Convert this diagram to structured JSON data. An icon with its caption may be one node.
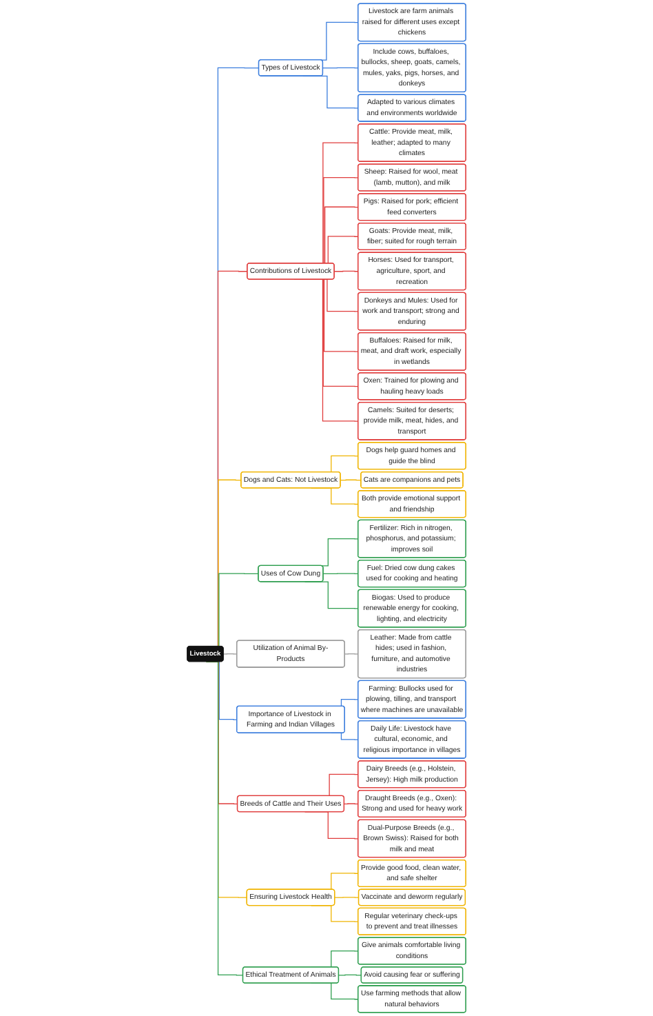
{
  "diagram": {
    "nodes": [
      {
        "text": [
          "Livestock"
        ]
      },
      {
        "text": [
          "Types of Livestock"
        ]
      },
      {
        "text": [
          "Livestock are farm animals raised for different uses except chickens"
        ]
      },
      {
        "text": [
          "Include cows, buffaloes, bullocks, sheep, goats, camels, mules, yaks, pigs, horses, and donkeys"
        ]
      },
      {
        "text": [
          "Adapted to various climates and environments worldwide"
        ]
      },
      {
        "text": [
          "Contributions of Livestock"
        ]
      },
      {
        "text": [
          "Cattle: Provide meat, milk, leather; adapted to many climates"
        ]
      },
      {
        "text": [
          "Sheep: Raised for wool, meat (lamb, mutton), and milk"
        ]
      },
      {
        "text": [
          "Pigs: Raised for pork; efficient feed converters"
        ]
      },
      {
        "text": [
          "Goats: Provide meat, milk, fiber; suited for rough terrain"
        ]
      },
      {
        "text": [
          "Horses: Used for transport, agriculture, sport, and recreation"
        ]
      },
      {
        "text": [
          "Donkeys and Mules: Used for work and transport; strong and enduring"
        ]
      },
      {
        "text": [
          "Buffaloes: Raised for milk, meat, and draft work, especially in wetlands"
        ]
      },
      {
        "text": [
          "Oxen: Trained for plowing and hauling heavy loads"
        ]
      },
      {
        "text": [
          "Camels: Suited for deserts; provide milk, meat, hides, and transport"
        ]
      },
      {
        "text": [
          "Dogs and Cats: Not Livestock"
        ]
      },
      {
        "text": [
          "Dogs help guard homes and guide the blind"
        ]
      },
      {
        "text": [
          "Cats are companions and pets"
        ]
      },
      {
        "text": [
          "Both provide emotional support and friendship"
        ]
      },
      {
        "text": [
          "Uses of Cow Dung"
        ]
      },
      {
        "text": [
          "Fertilizer: Rich in nitrogen, phosphorus, and potassium; improves soil"
        ]
      },
      {
        "text": [
          "Fuel: Dried cow dung cakes used for cooking and heating"
        ]
      },
      {
        "text": [
          "Biogas: Used to produce renewable energy for cooking, lighting, and electricity"
        ]
      },
      {
        "text": [
          "Utilization of Animal By-Products"
        ]
      },
      {
        "text": [
          "Leather: Made from cattle hides; used in fashion, furniture, and automotive industries"
        ]
      },
      {
        "text": [
          "Importance of Livestock in Farming and Indian Villages"
        ]
      },
      {
        "text": [
          "Farming: Bullocks used for plowing, tilling, and transport where machines are unavailable"
        ]
      },
      {
        "text": [
          "Daily Life: Livestock have cultural, economic, and religious importance in villages"
        ]
      },
      {
        "text": [
          "Breeds of Cattle and Their Uses"
        ]
      },
      {
        "text": [
          "Dairy Breeds (e.g., Holstein, Jersey): High milk production"
        ]
      },
      {
        "text": [
          "Draught Breeds (e.g., Oxen): Strong and used for heavy work"
        ]
      },
      {
        "text": [
          "Dual-Purpose Breeds (e.g., Brown Swiss): Raised for both milk and meat"
        ]
      },
      {
        "text": [
          "Ensuring Livestock Health"
        ]
      },
      {
        "text": [
          "Provide good food, clean water, and safe shelter"
        ]
      },
      {
        "text": [
          "Vaccinate and deworm regularly"
        ]
      },
      {
        "text": [
          "Regular veterinary check-ups to prevent and treat illnesses"
        ]
      },
      {
        "text": [
          "Ethical Treatment of Animals"
        ]
      },
      {
        "text": [
          "Give animals comfortable living conditions"
        ]
      },
      {
        "text": [
          "Avoid causing fear or suffering"
        ]
      },
      {
        "text": [
          "Use farming methods that allow natural behaviors"
        ]
      }
    ],
    "edges": [
      {
        "from": 0,
        "to": 1,
        "arrow": "none",
        "color": "#3b7ddd"
      },
      {
        "from": 1,
        "to": 2,
        "arrow": "none",
        "color": "#3b7ddd"
      },
      {
        "from": 1,
        "to": 3,
        "arrow": "none",
        "color": "#3b7ddd"
      },
      {
        "from": 1,
        "to": 4,
        "arrow": "none",
        "color": "#3b7ddd"
      },
      {
        "from": 0,
        "to": 5,
        "arrow": "none",
        "color": "#e03c3c"
      },
      {
        "from": 5,
        "to": 6,
        "arrow": "none",
        "color": "#e03c3c"
      },
      {
        "from": 5,
        "to": 7,
        "arrow": "none",
        "color": "#e03c3c"
      },
      {
        "from": 5,
        "to": 8,
        "arrow": "none",
        "color": "#e03c3c"
      },
      {
        "from": 5,
        "to": 9,
        "arrow": "none",
        "color": "#e03c3c"
      },
      {
        "from": 5,
        "to": 10,
        "arrow": "none",
        "color": "#e03c3c"
      },
      {
        "from": 5,
        "to": 11,
        "arrow": "none",
        "color": "#e03c3c"
      },
      {
        "from": 5,
        "to": 12,
        "arrow": "none",
        "color": "#e03c3c"
      },
      {
        "from": 5,
        "to": 13,
        "arrow": "none",
        "color": "#e03c3c"
      },
      {
        "from": 5,
        "to": 14,
        "arrow": "none",
        "color": "#e03c3c"
      },
      {
        "from": 0,
        "to": 15,
        "arrow": "none",
        "color": "#f0b400"
      },
      {
        "from": 15,
        "to": 16,
        "arrow": "none",
        "color": "#f0b400"
      },
      {
        "from": 15,
        "to": 17,
        "arrow": "none",
        "color": "#f0b400"
      },
      {
        "from": 15,
        "to": 18,
        "arrow": "none",
        "color": "#f0b400"
      },
      {
        "from": 0,
        "to": 19,
        "arrow": "none",
        "color": "#2e9e4f"
      },
      {
        "from": 19,
        "to": 20,
        "arrow": "none",
        "color": "#2e9e4f"
      },
      {
        "from": 19,
        "to": 21,
        "arrow": "none",
        "color": "#2e9e4f"
      },
      {
        "from": 19,
        "to": 22,
        "arrow": "none",
        "color": "#2e9e4f"
      },
      {
        "from": 0,
        "to": 23,
        "arrow": "none",
        "color": "#999999"
      },
      {
        "from": 23,
        "to": 24,
        "arrow": "none",
        "color": "#999999"
      },
      {
        "from": 0,
        "to": 25,
        "arrow": "none",
        "color": "#3b7ddd"
      },
      {
        "from": 25,
        "to": 26,
        "arrow": "none",
        "color": "#3b7ddd"
      },
      {
        "from": 25,
        "to": 27,
        "arrow": "none",
        "color": "#3b7ddd"
      },
      {
        "from": 0,
        "to": 28,
        "arrow": "none",
        "color": "#e03c3c"
      },
      {
        "from": 28,
        "to": 29,
        "arrow": "none",
        "color": "#e03c3c"
      },
      {
        "from": 28,
        "to": 30,
        "arrow": "none",
        "color": "#e03c3c"
      },
      {
        "from": 28,
        "to": 31,
        "arrow": "none",
        "color": "#e03c3c"
      },
      {
        "from": 0,
        "to": 32,
        "arrow": "none",
        "color": "#f0b400"
      },
      {
        "from": 32,
        "to": 33,
        "arrow": "none",
        "color": "#f0b400"
      },
      {
        "from": 32,
        "to": 34,
        "arrow": "none",
        "color": "#f0b400"
      },
      {
        "from": 32,
        "to": 35,
        "arrow": "none",
        "color": "#f0b400"
      },
      {
        "from": 0,
        "to": 36,
        "arrow": "none",
        "color": "#2e9e4f"
      },
      {
        "from": 36,
        "to": 37,
        "arrow": "none",
        "color": "#2e9e4f"
      },
      {
        "from": 36,
        "to": 38,
        "arrow": "none",
        "color": "#2e9e4f"
      },
      {
        "from": 36,
        "to": 39,
        "arrow": "none",
        "color": "#2e9e4f"
      }
    ]
  }
}
